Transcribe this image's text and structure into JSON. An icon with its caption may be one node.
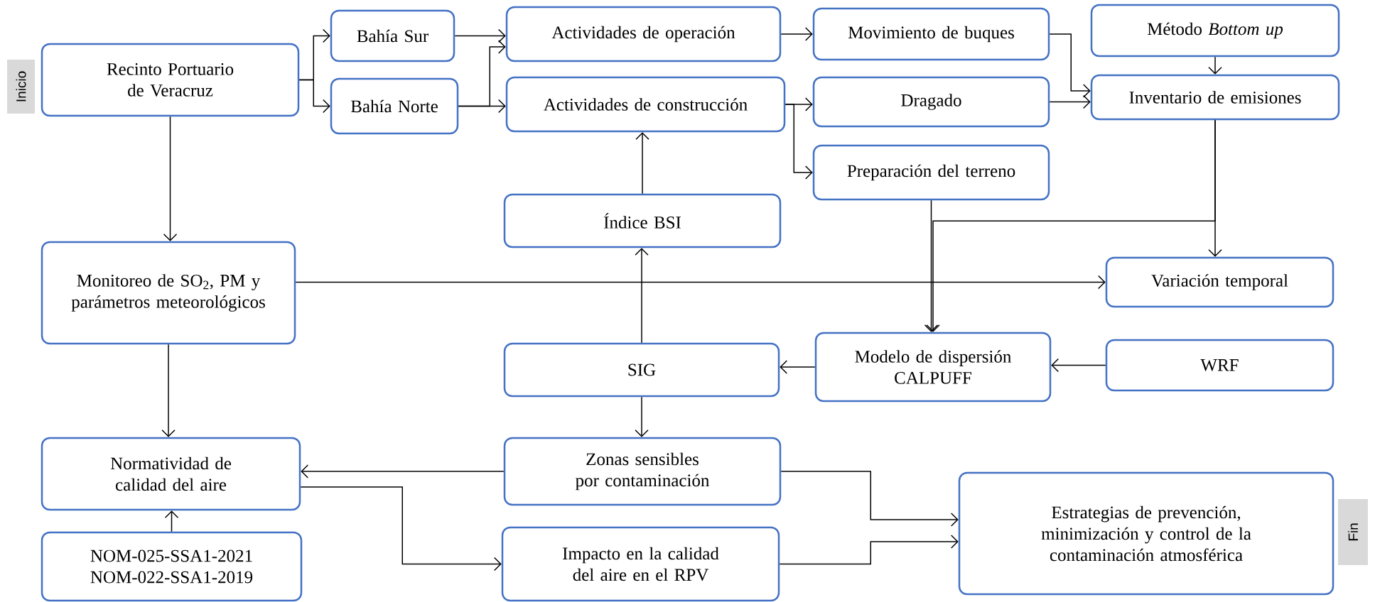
{
  "diagram": {
    "nodes": [
      {
        "text": [
          "Inicio"
        ]
      },
      {
        "text": [
          "Recinto Portuario de Veracruz"
        ]
      },
      {
        "text": [
          "Bahía Sur"
        ]
      },
      {
        "text": [
          "Bahía Norte"
        ]
      },
      {
        "text": [
          "Actividades de operación"
        ]
      },
      {
        "text": [
          "Actividades de construcción"
        ]
      },
      {
        "text": [
          "Movimiento de buques"
        ]
      },
      {
        "text": [
          "Método *Bottom up*"
        ]
      },
      {
        "text": [
          "Dragado"
        ]
      },
      {
        "text": [
          "Inventario de emisiones"
        ]
      },
      {
        "text": [
          "Preparación del terreno"
        ]
      },
      {
        "text": [
          "Índice BSI"
        ]
      },
      {
        "text": [
          "Monitoreo de SO$_{2}$, PM y parámetros meteorológicos"
        ]
      },
      {
        "text": [
          "Variación temporal"
        ]
      },
      {
        "text": [
          "SIG"
        ]
      },
      {
        "text": [
          "Modelo de dispersión CALPUFF"
        ]
      },
      {
        "text": [
          "WRF"
        ]
      },
      {
        "text": [
          "Normatividad de calidad del aire"
        ]
      },
      {
        "text": [
          "Zonas sensibles por contaminación"
        ]
      },
      {
        "text": [
          "Estrategias de prevención, minimización y control de la contaminación atmosférica"
        ]
      },
      {
        "text": [
          "Impacto en la calidad del aire en el RPV"
        ]
      },
      {
        "text": [
          "NOM-025-SSA1-2021 NOM-022-SSA1-2019"
        ]
      },
      {
        "text": [
          "Fin"
        ]
      }
    ],
    "edges": [
      {
        "from": 1,
        "to": 2,
        "arrow": "to"
      },
      {
        "from": 1,
        "to": 3,
        "arrow": "to"
      },
      {
        "from": 2,
        "to": 4,
        "arrow": "to"
      },
      {
        "from": 3,
        "to": 4,
        "arrow": "to"
      },
      {
        "from": 3,
        "to": 5,
        "arrow": "to"
      },
      {
        "from": 4,
        "to": 6,
        "arrow": "to"
      },
      {
        "from": 5,
        "to": 8,
        "arrow": "to"
      },
      {
        "from": 5,
        "to": 10,
        "arrow": "to"
      },
      {
        "from": 6,
        "to": 9,
        "arrow": "to"
      },
      {
        "from": 8,
        "to": 9,
        "arrow": "to"
      },
      {
        "from": 7,
        "to": 9,
        "arrow": "to"
      },
      {
        "from": 9,
        "to": 13,
        "arrow": "to"
      },
      {
        "from": 10,
        "to": 15,
        "arrow": "to"
      },
      {
        "from": 9,
        "to": 15,
        "arrow": "to"
      },
      {
        "from": 12,
        "to": 13,
        "arrow": "to"
      },
      {
        "from": 14,
        "to": 11,
        "arrow": "to"
      },
      {
        "from": 11,
        "to": 5,
        "arrow": "to"
      },
      {
        "from": 15,
        "to": 14,
        "arrow": "to"
      },
      {
        "from": 16,
        "to": 15,
        "arrow": "to"
      },
      {
        "from": 14,
        "to": 18,
        "arrow": "to"
      },
      {
        "from": 1,
        "to": 12,
        "arrow": "to"
      },
      {
        "from": 12,
        "to": 17,
        "arrow": "to"
      },
      {
        "from": 18,
        "to": 17,
        "arrow": "to"
      },
      {
        "from": 17,
        "to": 20,
        "arrow": "to"
      },
      {
        "from": 18,
        "to": 19,
        "arrow": "to"
      },
      {
        "from": 20,
        "to": 19,
        "arrow": "to"
      },
      {
        "from": 21,
        "to": 17,
        "arrow": "to"
      }
    ]
  }
}
